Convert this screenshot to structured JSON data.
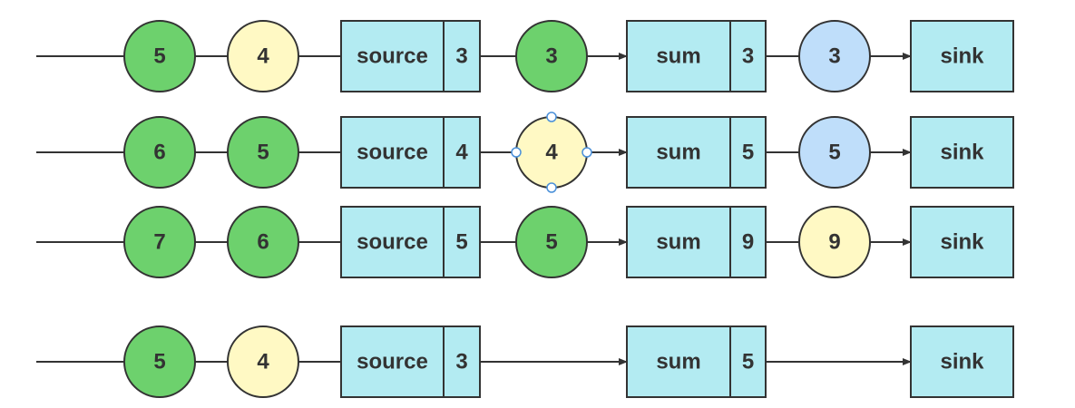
{
  "colors": {
    "green": "#6dd16d",
    "yellow": "#fff9c4",
    "blue": "#bfdefa",
    "box": "#b3ebf2",
    "stroke": "#333333",
    "handle": "#4a90d9"
  },
  "rows": [
    {
      "circles": [
        {
          "label": "5",
          "color": "green"
        },
        {
          "label": "4",
          "color": "yellow"
        }
      ],
      "source": {
        "label": "source",
        "value": "3"
      },
      "mid": {
        "label": "3",
        "color": "green"
      },
      "sum": {
        "label": "sum",
        "value": "3"
      },
      "out": {
        "label": "3",
        "color": "blue"
      },
      "sink": {
        "label": "sink"
      }
    },
    {
      "circles": [
        {
          "label": "6",
          "color": "green"
        },
        {
          "label": "5",
          "color": "green"
        }
      ],
      "source": {
        "label": "source",
        "value": "4"
      },
      "mid": {
        "label": "4",
        "color": "yellow",
        "selected": true
      },
      "sum": {
        "label": "sum",
        "value": "5"
      },
      "out": {
        "label": "5",
        "color": "blue"
      },
      "sink": {
        "label": "sink"
      }
    },
    {
      "circles": [
        {
          "label": "7",
          "color": "green"
        },
        {
          "label": "6",
          "color": "green"
        }
      ],
      "source": {
        "label": "source",
        "value": "5"
      },
      "mid": {
        "label": "5",
        "color": "green"
      },
      "sum": {
        "label": "sum",
        "value": "9"
      },
      "out": {
        "label": "9",
        "color": "yellow"
      },
      "sink": {
        "label": "sink"
      }
    },
    {
      "circles": [
        {
          "label": "5",
          "color": "green"
        },
        {
          "label": "4",
          "color": "yellow"
        }
      ],
      "source": {
        "label": "source",
        "value": "3"
      },
      "mid": null,
      "sum": {
        "label": "sum",
        "value": "5"
      },
      "out": null,
      "sink": {
        "label": "sink"
      }
    }
  ]
}
